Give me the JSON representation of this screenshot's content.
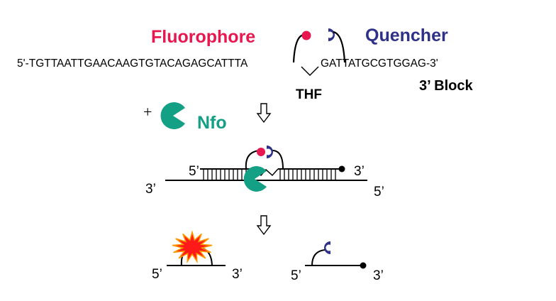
{
  "labels": {
    "fluorophore": "Fluorophore",
    "quencher": "Quencher",
    "sequence_left": "5'-TGTTAATTGAACAAGTGTACAGAGCATTTA",
    "sequence_right": "GATTATGCGTGGAG-3'",
    "thf": "THF",
    "block": "3’ Block",
    "plus": "+",
    "nfo": "Nfo",
    "strand_5a": "5’",
    "strand_3a": "3’",
    "strand_3b": "3’",
    "strand_5b": "5’",
    "product_left_5": "5’",
    "product_left_3": "3’",
    "product_right_5": "5’",
    "product_right_3": "3’"
  },
  "colors": {
    "fluorophore": "#e8174f",
    "quencher": "#2e3187",
    "nfo": "#14a084",
    "burst": "#ff1a1a",
    "burst_outline": "#ff9a00",
    "line": "#000000"
  },
  "icons": {
    "arrow": "down-arrow-icon",
    "enzyme": "pacman-enzyme-icon",
    "burst": "starburst-icon"
  }
}
